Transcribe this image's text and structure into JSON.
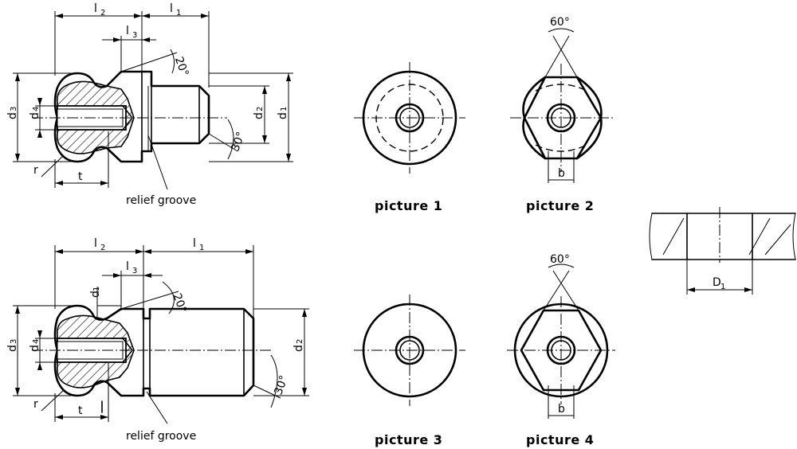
{
  "labels": {
    "l": "l",
    "l2_sub": "2",
    "l1_sub": "1",
    "l3_sub": "3",
    "d": "d",
    "d1_sub": "1",
    "d2_sub": "2",
    "d3_sub": "3",
    "d4_sub": "4",
    "D": "D",
    "D1_sub": "1",
    "r": "r",
    "t": "t",
    "b": "b",
    "angle20": "20°",
    "angle30": "30°",
    "angle60": "60°",
    "relief_groove": "relief groove"
  },
  "captions": {
    "picture1": "picture 1",
    "picture2": "picture 2",
    "picture3": "picture 3",
    "picture4": "picture 4"
  }
}
